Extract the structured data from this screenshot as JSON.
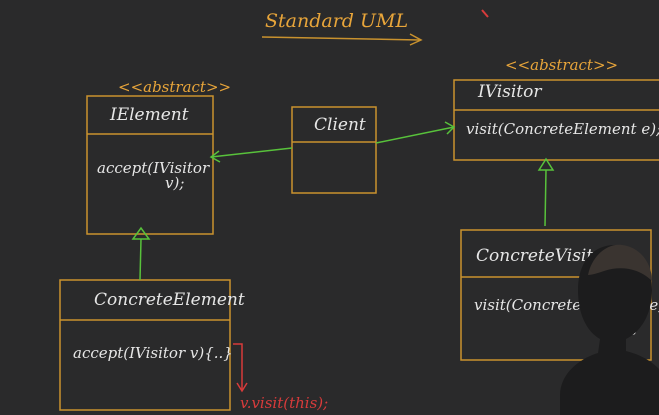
{
  "title": "Standard UML",
  "ielement": {
    "stereotype": "<<abstract>>",
    "name": "IElement",
    "method_line1": "accept(IVisitor",
    "method_line2": "v);"
  },
  "client": {
    "name": "Client"
  },
  "ivisitor": {
    "stereotype": "<<abstract>>",
    "name": "IVisitor",
    "method": "visit(ConcreteElement e);"
  },
  "concrete_element": {
    "name": "ConcreteElement",
    "method": "accept(IVisitor v){..}"
  },
  "concrete_visitor": {
    "name": "ConcreteVisitor",
    "method_line1": "visit(ConcreteElement e)",
    "method_line2": "{..}"
  },
  "note": "v.visit(this);",
  "colors": {
    "background": "#2a2a2b",
    "box_stroke": "#c9922e",
    "arrow": "#58c23b",
    "note": "#d83b3b",
    "text": "#e6e6e6",
    "orange_text": "#e8a53a"
  }
}
